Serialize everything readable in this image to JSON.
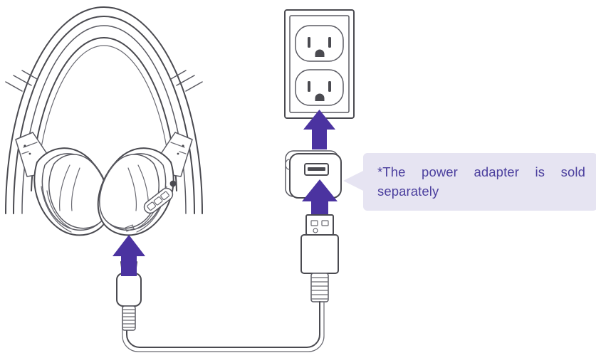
{
  "diagram": {
    "title": "Headphone charging connection diagram",
    "background_color": "#ffffff",
    "line_color": "#4a4a50",
    "arrow_color": "#4b33a0",
    "callout_bg_color": "#e6e4f2",
    "callout_text_color": "#4b3f9e"
  },
  "callout": {
    "note_line1": "*The power adapter is sold",
    "note_line2": "separately",
    "full_text": "*The power adapter is sold separately"
  },
  "components": {
    "headphones": {
      "label": "Wireless over-ear headphones",
      "charging_port": "micro-usb-port",
      "controls": [
        "button-left",
        "button-center",
        "button-right",
        "led-indicator"
      ]
    },
    "wall_outlet": {
      "label": "Wall outlet (duplex receptacle)",
      "sockets": 2
    },
    "power_adapter": {
      "label": "USB power adapter",
      "port": "usb-a-port"
    },
    "cable": {
      "label": "USB to micro-USB charging cable",
      "connector_a": "usb-a-plug",
      "connector_b": "micro-usb-plug"
    }
  },
  "arrows": [
    {
      "name": "arrow-adapter-to-outlet",
      "direction": "up"
    },
    {
      "name": "arrow-usb-to-adapter",
      "direction": "up"
    },
    {
      "name": "arrow-microusb-to-headphones",
      "direction": "up"
    }
  ]
}
